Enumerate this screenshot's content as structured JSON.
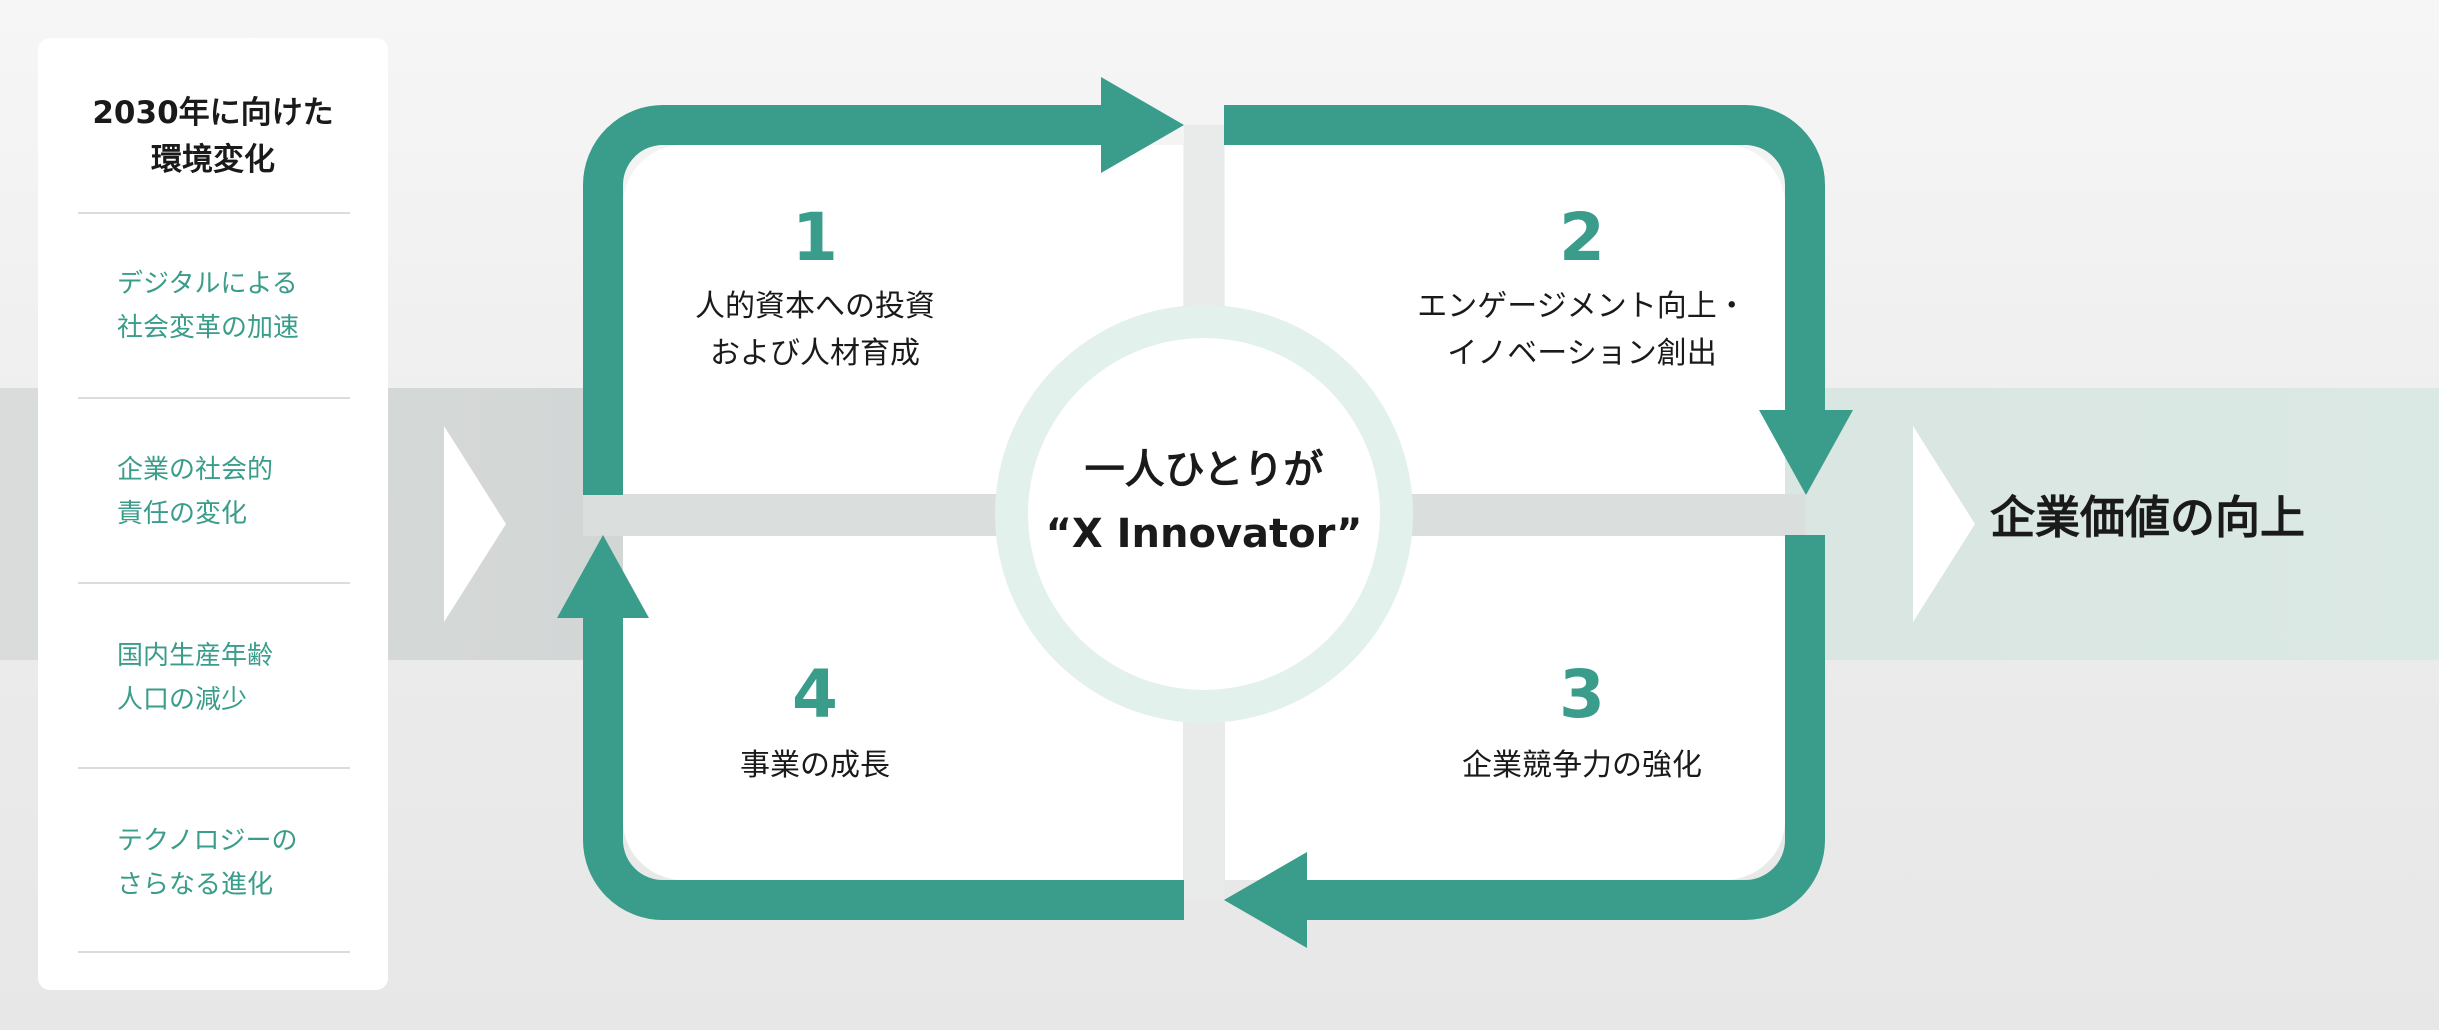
{
  "left_panel": {
    "title": "2030年に向けた\n環境変化",
    "items": [
      {
        "label": "デジタルによる\n社会変革の加速"
      },
      {
        "label": "企業の社会的\n責任の変化"
      },
      {
        "label": "国内生産年齢\n人口の減少"
      },
      {
        "label": "テクノロジーの\nさらなる進化"
      }
    ]
  },
  "cycle": {
    "center": "一人ひとりが\n“X Innovator”",
    "quadrants": [
      {
        "number": "1",
        "label": "人的資本への投資\nおよび人材育成"
      },
      {
        "number": "2",
        "label": "エンゲージメント向上・\nイノベーション創出"
      },
      {
        "number": "3",
        "label": "企業競争力の強化"
      },
      {
        "number": "4",
        "label": "事業の成長"
      }
    ]
  },
  "result": {
    "label": "企業価値の向上"
  },
  "colors": {
    "accent": "#3a9c8a",
    "center_ring": "#e3f1ed",
    "text": "#1a1a1a"
  }
}
